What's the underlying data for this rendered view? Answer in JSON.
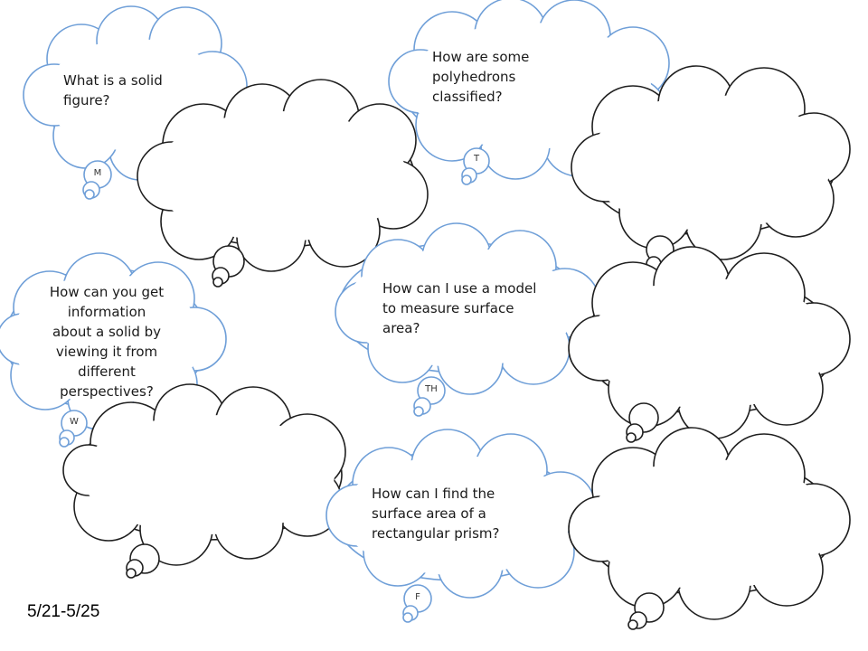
{
  "colors": {
    "blue_outline": "#6f9fd8",
    "black_outline": "#1f1f1f",
    "fill": "#ffffff"
  },
  "questions": [
    {
      "day": "M",
      "text_lines": [
        "What is a solid",
        "figure?"
      ]
    },
    {
      "day": "T",
      "text_lines": [
        "How are some",
        "polyhedrons",
        "classified?"
      ]
    },
    {
      "day": "W",
      "text_lines": [
        "How can you get",
        "information",
        "about a solid by",
        "viewing it from",
        "different",
        "perspectives?"
      ]
    },
    {
      "day": "TH",
      "text_lines": [
        "How can I use a model",
        "to measure surface",
        "area?"
      ]
    },
    {
      "day": "F",
      "text_lines": [
        "How can I find the",
        "surface area of a",
        "rectangular prism?"
      ]
    }
  ],
  "answer_bubbles": [
    "",
    "",
    "",
    "",
    "",
    ""
  ],
  "date_range": "5/21-5/25"
}
